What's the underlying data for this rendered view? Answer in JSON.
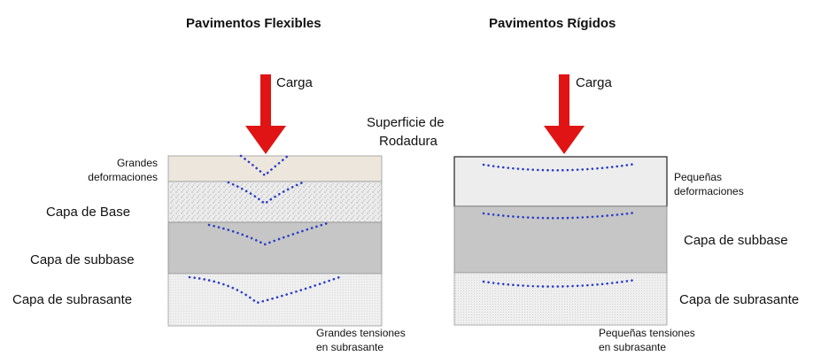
{
  "flexible": {
    "title": "Pavimentos Flexibles",
    "load_label": "Carga",
    "surface_label_line1": "Superficie de",
    "surface_label_line2": "Rodadura",
    "surface_deformation_line1": "Grandes",
    "surface_deformation_line2": "deformaciones",
    "base_label": "Capa de Base",
    "subbase_label": "Capa de subbase",
    "subgrade_label": "Capa de subrasante",
    "stress_note_line1": "Grandes tensiones",
    "stress_note_line2": "en subrasante"
  },
  "rigid": {
    "title": "Pavimentos Rígidos",
    "load_label": "Carga",
    "deformation_line1": "Pequeñas",
    "deformation_line2": "deformaciones",
    "subbase_label": "Capa de subbase",
    "subgrade_label": "Capa de subrasante",
    "stress_note_line1": "Pequeñas tensiones",
    "stress_note_line2": "en subrasante"
  },
  "colors": {
    "load_arrow": "#e01414",
    "deflection_dots": "#2a3cc8",
    "surface_layer": "#ece6dc",
    "base_layer": "#e6e6e6",
    "subbase_layer": "#c6c6c6",
    "subgrade_layer": "#f0f0f0",
    "slab_layer": "#ededed"
  }
}
